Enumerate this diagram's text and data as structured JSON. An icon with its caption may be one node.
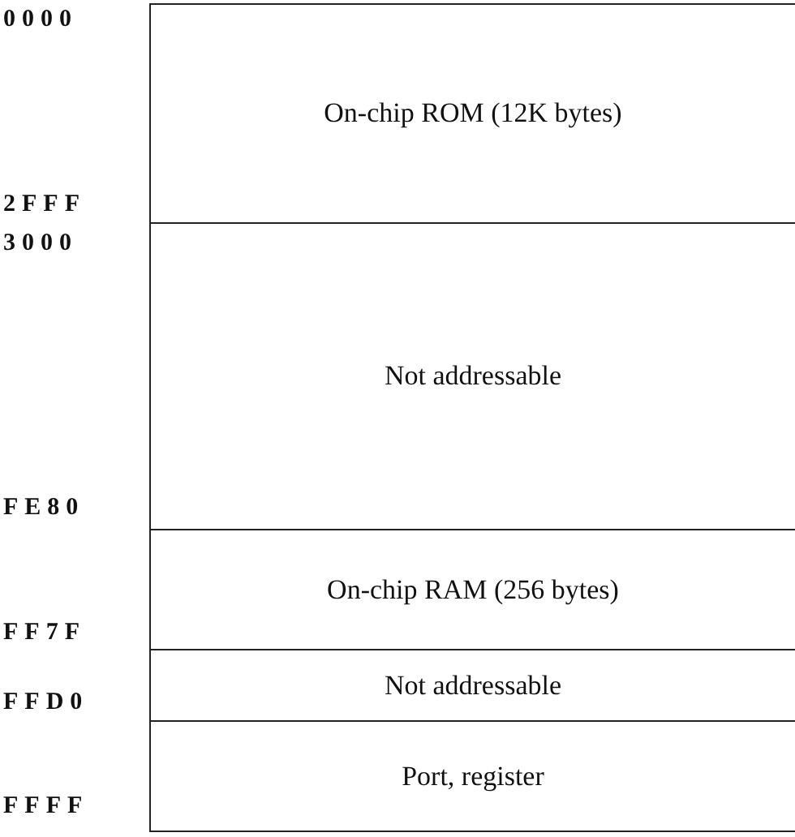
{
  "diagram": {
    "nodes": [
      {
        "text": [
          "On-chip ROM (12K bytes)"
        ]
      },
      {
        "text": [
          "Not addressable"
        ]
      },
      {
        "text": [
          "On-chip RAM (256 bytes)"
        ]
      },
      {
        "text": [
          "Not addressable"
        ]
      },
      {
        "text": [
          "Port, register"
        ]
      }
    ],
    "labels": [
      "0000",
      "2FFF",
      "3000",
      "FE80",
      "FF7F",
      "FFD0",
      "FFFF"
    ]
  }
}
